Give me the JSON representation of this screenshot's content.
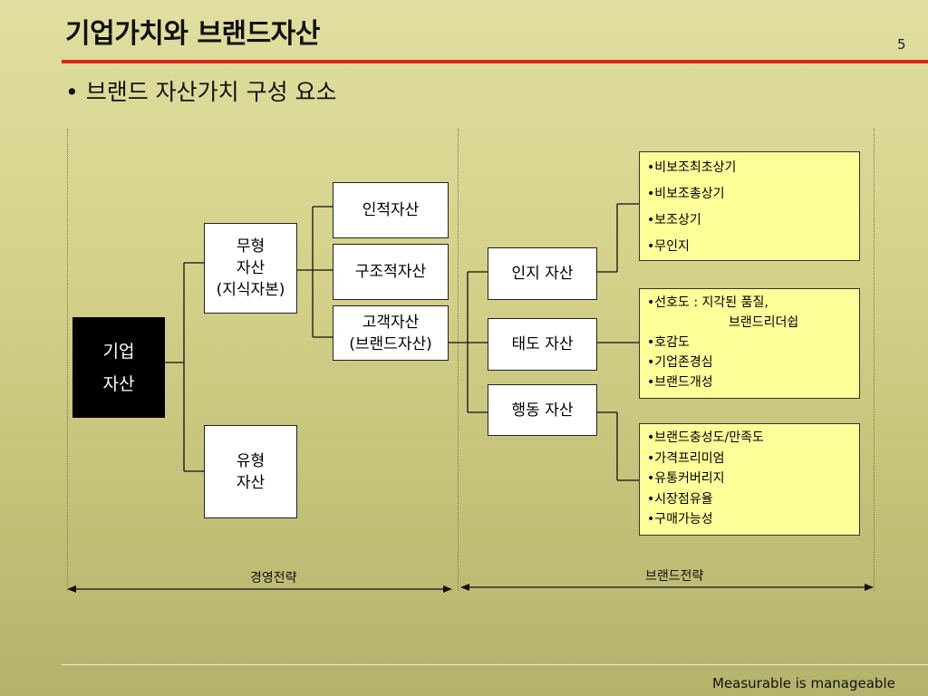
{
  "header": {
    "title": "기업가치와 브랜드자산",
    "page_number": "5",
    "subtitle": "• 브랜드 자산가치 구성 요소"
  },
  "diagram": {
    "root": [
      "기업",
      "자산"
    ],
    "intangible": [
      "무형",
      "자산",
      "(지식자본)"
    ],
    "tangible": [
      "유형",
      "자산"
    ],
    "human_asset": "인적자산",
    "structural_asset": "구조적자산",
    "customer_asset": [
      "고객자산",
      "(브랜드자산)"
    ],
    "awareness": "인지 자산",
    "attitude": "태도 자산",
    "behavior": "행동 자산",
    "awareness_items": [
      "•비보조최초상기",
      "•비보조총상기",
      "•보조상기",
      "•무인지"
    ],
    "attitude_items": [
      "•선호도 : 지각된 품질,",
      "브랜드리더쉽",
      "•호감도",
      "•기업존경심",
      "•브랜드개성"
    ],
    "behavior_items": [
      "•브랜드충성도/만족도",
      "•가격프리미엄",
      "•유통커버리지",
      "•시장점유율",
      "•구매가능성"
    ],
    "left_span_label": "경영전략",
    "right_span_label": "브랜드전략"
  },
  "footer": {
    "tagline": "Measurable is manageable"
  },
  "colors": {
    "accent_line": "#e0231a",
    "note_box": "#ffff99",
    "root_box": "#000000"
  }
}
